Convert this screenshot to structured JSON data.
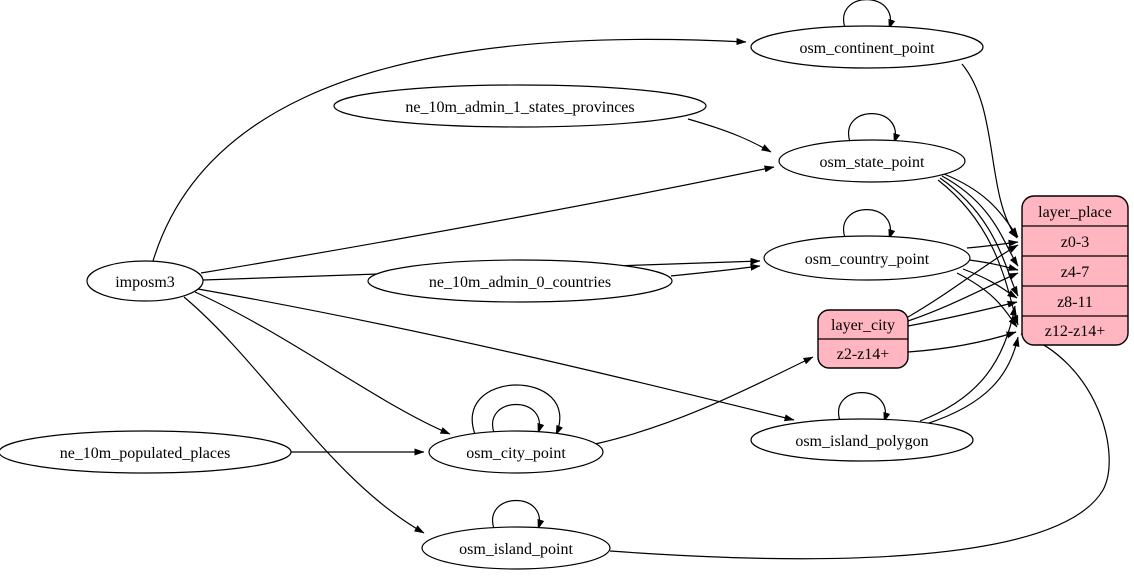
{
  "diagram": {
    "type": "etl-graph",
    "background": "#ffffff",
    "edge_color": "#000000",
    "record_fill": "#ffb6c1",
    "nodes": {
      "imposm3": {
        "label": "imposm3",
        "shape": "ellipse"
      },
      "ne_states": {
        "label": "ne_10m_admin_1_states_provinces",
        "shape": "ellipse"
      },
      "ne_countries": {
        "label": "ne_10m_admin_0_countries",
        "shape": "ellipse"
      },
      "ne_places": {
        "label": "ne_10m_populated_places",
        "shape": "ellipse"
      },
      "continent": {
        "label": "osm_continent_point",
        "shape": "ellipse"
      },
      "state": {
        "label": "osm_state_point",
        "shape": "ellipse"
      },
      "country": {
        "label": "osm_country_point",
        "shape": "ellipse"
      },
      "city": {
        "label": "osm_city_point",
        "shape": "ellipse"
      },
      "island_polygon": {
        "label": "osm_island_polygon",
        "shape": "ellipse"
      },
      "island_point": {
        "label": "osm_island_point",
        "shape": "ellipse"
      },
      "layer_city": {
        "title": "layer_city",
        "rows": [
          "z2-z14+"
        ]
      },
      "layer_place": {
        "title": "layer_place",
        "rows": [
          "z0-3",
          "z4-7",
          "z8-11",
          "z12-z14+"
        ]
      }
    },
    "edges": [
      {
        "from": "imposm3",
        "to": "osm_continent_point"
      },
      {
        "from": "imposm3",
        "to": "osm_state_point"
      },
      {
        "from": "imposm3",
        "to": "osm_country_point"
      },
      {
        "from": "imposm3",
        "to": "osm_city_point"
      },
      {
        "from": "imposm3",
        "to": "osm_island_polygon"
      },
      {
        "from": "imposm3",
        "to": "osm_island_point"
      },
      {
        "from": "ne_10m_admin_1_states_provinces",
        "to": "osm_state_point"
      },
      {
        "from": "ne_10m_admin_0_countries",
        "to": "osm_country_point"
      },
      {
        "from": "ne_10m_populated_places",
        "to": "osm_city_point"
      },
      {
        "from": "osm_continent_point",
        "to": "osm_continent_point"
      },
      {
        "from": "osm_state_point",
        "to": "osm_state_point"
      },
      {
        "from": "osm_country_point",
        "to": "osm_country_point"
      },
      {
        "from": "osm_city_point",
        "to": "osm_city_point"
      },
      {
        "from": "osm_city_point",
        "to": "osm_city_point"
      },
      {
        "from": "osm_island_polygon",
        "to": "osm_island_polygon"
      },
      {
        "from": "osm_island_point",
        "to": "osm_island_point"
      },
      {
        "from": "osm_city_point",
        "to": "layer_city:z2-z14+"
      },
      {
        "from": "osm_continent_point",
        "to": "layer_place:z0-3"
      },
      {
        "from": "osm_state_point",
        "to": "layer_place:z0-3"
      },
      {
        "from": "osm_state_point",
        "to": "layer_place:z4-7"
      },
      {
        "from": "osm_state_point",
        "to": "layer_place:z8-11"
      },
      {
        "from": "osm_state_point",
        "to": "layer_place:z12-z14+"
      },
      {
        "from": "osm_country_point",
        "to": "layer_place:z0-3"
      },
      {
        "from": "osm_country_point",
        "to": "layer_place:z4-7"
      },
      {
        "from": "osm_country_point",
        "to": "layer_place:z8-11"
      },
      {
        "from": "osm_country_point",
        "to": "layer_place:z12-z14+"
      },
      {
        "from": "layer_city:z2-z14+",
        "to": "layer_place:z0-3"
      },
      {
        "from": "layer_city:z2-z14+",
        "to": "layer_place:z4-7"
      },
      {
        "from": "layer_city:z2-z14+",
        "to": "layer_place:z8-11"
      },
      {
        "from": "layer_city:z2-z14+",
        "to": "layer_place:z12-z14+"
      },
      {
        "from": "osm_island_polygon",
        "to": "layer_place:z8-11"
      },
      {
        "from": "osm_island_polygon",
        "to": "layer_place:z12-z14+"
      },
      {
        "from": "osm_island_point",
        "to": "layer_place:z12-z14+"
      }
    ]
  }
}
